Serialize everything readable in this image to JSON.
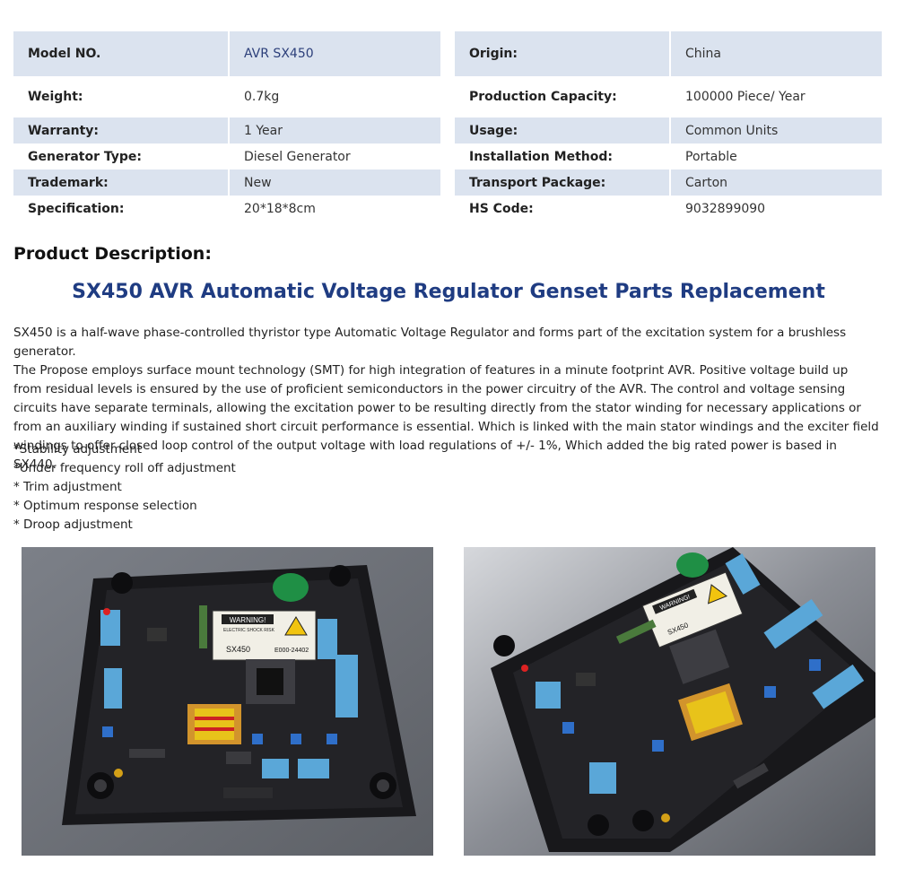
{
  "specs_left": [
    {
      "key": "Model NO.",
      "value": "AVR  SX450"
    },
    {
      "key": "Weight:",
      "value": "0.7kg"
    },
    {
      "key": "Warranty:",
      "value": "1 Year"
    },
    {
      "key": "Generator Type:",
      "value": "Diesel Generator"
    },
    {
      "key": "Trademark:",
      "value": "New"
    },
    {
      "key": "Specification:",
      "value": "20*18*8cm"
    }
  ],
  "specs_right": [
    {
      "key": "Origin:",
      "value": "China"
    },
    {
      "key": "Production Capacity:",
      "value": "100000 Piece/ Year"
    },
    {
      "key": "Usage:",
      "value": "Common Units"
    },
    {
      "key": "Installation Method:",
      "value": "Portable"
    },
    {
      "key": "Transport Package:",
      "value": "Carton"
    },
    {
      "key": "HS Code:",
      "value": "9032899090"
    }
  ],
  "section_title": "Product Description:",
  "main_title": "SX450 AVR Automatic Voltage Regulator Genset Parts Replacement",
  "description": [
    "SX450 is a half-wave phase-controlled thyristor type Automatic Voltage Regulator and forms part of the excitation system for a brushless generator.",
    "The Propose employs surface mount technology (SMT) for high integration of features in a minute footprint AVR. Positive voltage build up from residual levels is ensured by the use of proficient semiconductors in the power circuitry of the AVR. The control and voltage sensing circuits have separate terminals, allowing the excitation power to be resulting directly from the stator winding for necessary applications or from an auxiliary winding if sustained short circuit performance is essential. Which is linked with the main stator windings and the exciter field windings to offer closed loop control of the output voltage with load regulations of +/- 1%, Which added the big rated power is based in SX440."
  ],
  "features": [
    "*Stability adjustment",
    "*Under frequency roll off adjustment",
    "* Trim adjustment",
    "* Optimum response selection",
    "* Droop adjustment"
  ],
  "photo_labels": {
    "warning": "WARNING!",
    "shock": "ELECTRIC SHOCK RISK",
    "model": "SX450",
    "part": "E000-24402"
  },
  "colors": {
    "row_shade": "#dbe3ef",
    "title_blue": "#1f3c82",
    "board": "#1c1c1f",
    "terminal_blue": "#5aa7d8",
    "transformer_yellow": "#e8c31a"
  }
}
